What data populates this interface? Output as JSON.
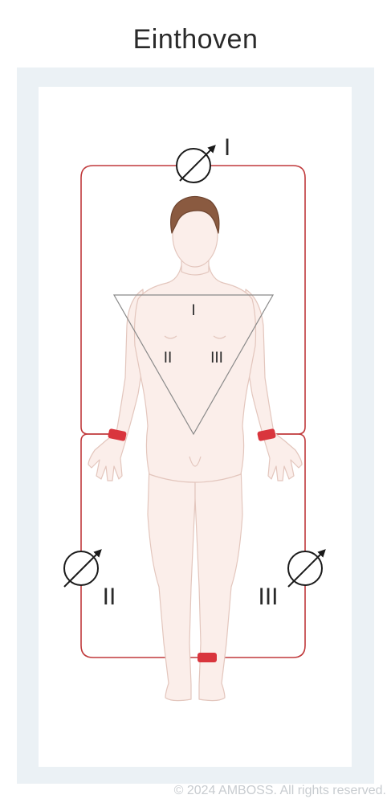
{
  "title": "Einthoven",
  "leads": {
    "lead_1": "I",
    "lead_2": "II",
    "lead_3": "III"
  },
  "triangle_labels": {
    "top": "I",
    "left": "II",
    "right": "III"
  },
  "copyright": "© 2024 AMBOSS. All rights reserved.",
  "colors": {
    "wire": "#c0393b",
    "electrode": "#d9353d",
    "skin": "#fbeeea",
    "skin_outline": "#e3c6bd",
    "hair": "#8a5a40",
    "frame": "#ebf1f5",
    "text": "#2a2a2a",
    "triangle": "#8a8a8a"
  }
}
